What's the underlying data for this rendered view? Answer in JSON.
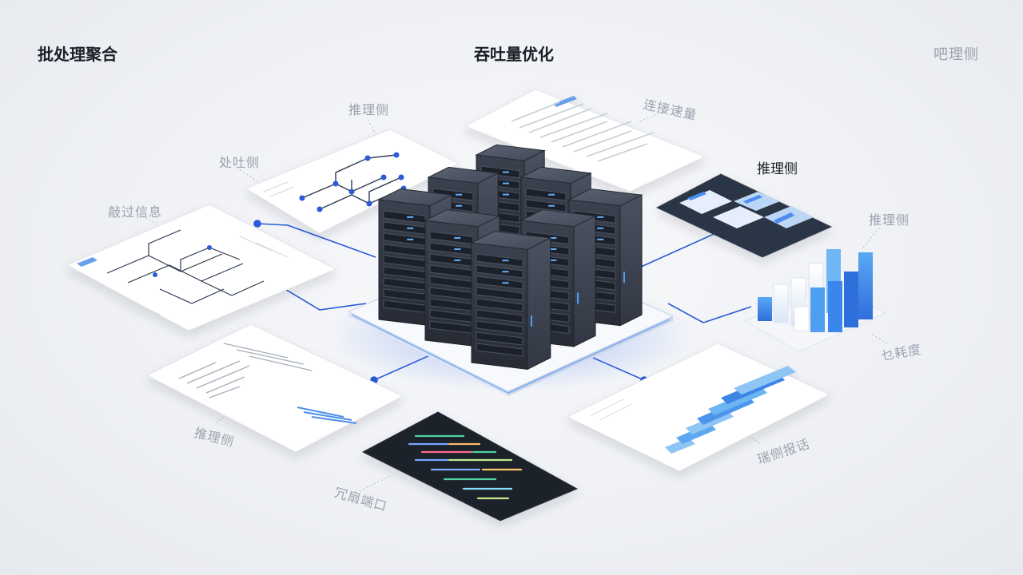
{
  "headings": {
    "top_left": "批处理聚合",
    "top_center": "吞吐量优化",
    "top_right": "吧理侧",
    "right_panel": "推理侧"
  },
  "faint_labels": {
    "diagram_top": "推理侧",
    "diagram_left": "处吐侧",
    "doc_left": "敲过信息",
    "doc_top_right": "连接速量",
    "chart_right": "推理侧",
    "chart_right_bottom": "乜耗度",
    "doc_bottom_left": "推理侧",
    "terminal_bottom": "冗扇端口",
    "chart_bottom_right": "瑞侧报话"
  },
  "colors": {
    "accent": "#2a5bd7",
    "accent_light": "#6aa9f0",
    "server_dark": "#2f3440",
    "terminal_bg": "#1d222c"
  }
}
